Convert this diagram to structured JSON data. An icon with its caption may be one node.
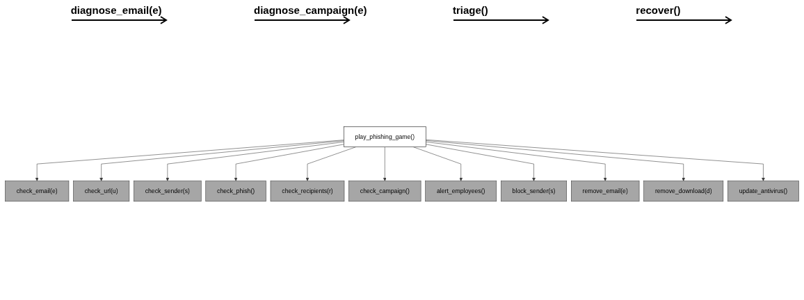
{
  "diagram": {
    "nodes": [
      {
        "text": [
          "play_phishing_game()"
        ]
      },
      {
        "text": [
          "check_email(e)"
        ]
      },
      {
        "text": [
          "check_url(u)"
        ]
      },
      {
        "text": [
          "check_sender(s)"
        ]
      },
      {
        "text": [
          "check_phish()"
        ]
      },
      {
        "text": [
          "check_recipients(r)"
        ]
      },
      {
        "text": [
          "check_campaign()"
        ]
      },
      {
        "text": [
          "alert_employees()"
        ]
      },
      {
        "text": [
          "block_sender(s)"
        ]
      },
      {
        "text": [
          "remove_email(e)"
        ]
      },
      {
        "text": [
          "remove_download(d)"
        ]
      },
      {
        "text": [
          "update_antivirus()"
        ]
      }
    ],
    "edges": [
      {
        "from": 0,
        "to": 1,
        "arrow": "to"
      },
      {
        "from": 0,
        "to": 2,
        "arrow": "to"
      },
      {
        "from": 0,
        "to": 3,
        "arrow": "to"
      },
      {
        "from": 0,
        "to": 4,
        "arrow": "to"
      },
      {
        "from": 0,
        "to": 5,
        "arrow": "to"
      },
      {
        "from": 0,
        "to": 6,
        "arrow": "to"
      },
      {
        "from": 0,
        "to": 7,
        "arrow": "to"
      },
      {
        "from": 0,
        "to": 8,
        "arrow": "to"
      },
      {
        "from": 0,
        "to": 9,
        "arrow": "to"
      },
      {
        "from": 0,
        "to": 10,
        "arrow": "to"
      },
      {
        "from": 0,
        "to": 11,
        "arrow": "to"
      }
    ],
    "labels": [
      "diagnose_email(e)",
      "diagnose_campaign(e)",
      "triage()",
      "recover()"
    ]
  }
}
